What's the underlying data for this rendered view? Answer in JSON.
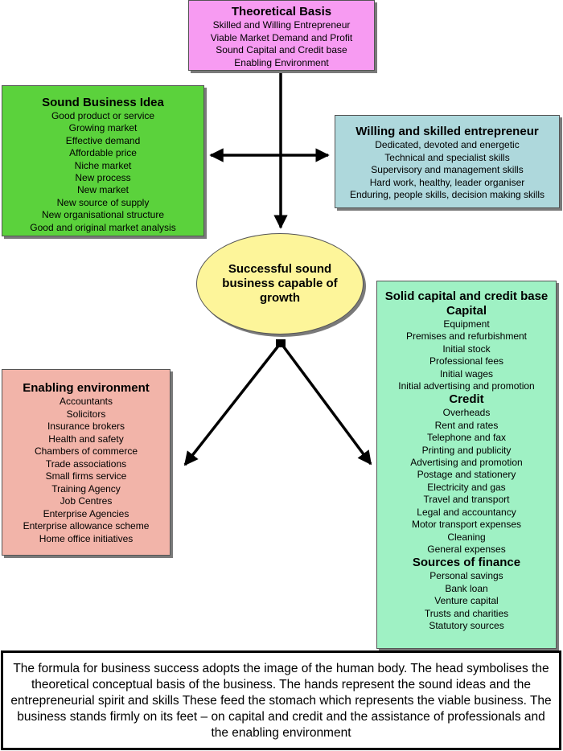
{
  "theoretical_basis": {
    "title": "Theoretical Basis",
    "items": [
      "Skilled and Willing Entrepreneur",
      "Viable Market Demand and Profit",
      "Sound Capital and Credit base",
      "Enabling Environment"
    ]
  },
  "sound_business_idea": {
    "title": "Sound Business Idea",
    "items": [
      "Good product or service",
      "Growing market",
      "Effective demand",
      "Affordable price",
      "Niche market",
      "New process",
      "New market",
      "New source of supply",
      "New organisational structure",
      "Good and original market analysis"
    ]
  },
  "willing_entrepreneur": {
    "title": "Willing and skilled entrepreneur",
    "items": [
      "Dedicated, devoted and energetic",
      "Technical and specialist skills",
      "Supervisory and management skills",
      "Hard work, healthy, leader organiser",
      "Enduring, people skills, decision making skills"
    ]
  },
  "center": {
    "label": "Successful sound business capable of growth"
  },
  "enabling_environment": {
    "title": "Enabling environment",
    "items": [
      "Accountants",
      "Solicitors",
      "Insurance brokers",
      "Health and safety",
      "Chambers of commerce",
      "Trade associations",
      "Small firms service",
      "Training Agency",
      "Job Centres",
      "Enterprise Agencies",
      "Enterprise allowance scheme",
      "Home office initiatives"
    ]
  },
  "capital_credit": {
    "title": "Solid capital and credit base",
    "capital_heading": "Capital",
    "capital_items": [
      "Equipment",
      "Premises and refurbishment",
      "Initial stock",
      "Professional fees",
      "Initial wages",
      "Initial advertising and promotion"
    ],
    "credit_heading": "Credit",
    "credit_items": [
      "Overheads",
      "Rent and rates",
      "Telephone and fax",
      "Printing and publicity",
      "Advertising and promotion",
      "Postage and stationery",
      "Electricity and gas",
      "Travel and transport",
      "Legal and accountancy",
      "Motor transport expenses",
      "Cleaning",
      "General expenses"
    ],
    "finance_heading": "Sources of finance",
    "finance_items": [
      "Personal savings",
      "Bank loan",
      "Venture capital",
      "Trusts and charities",
      "Statutory sources"
    ]
  },
  "caption": {
    "text": "The formula for business success adopts the image of the human body. The head symbolises the theoretical conceptual basis of the business. The hands represent the sound ideas and the entrepreneurial spirit and skills These feed the stomach which represents the viable business. The business stands firmly on its feet – on capital and credit and the assistance of professionals and the enabling environment"
  },
  "colors": {
    "theoretical_basis": "#f79bf2",
    "sound_business_idea": "#5bd23c",
    "willing_entrepreneur": "#aed8dc",
    "center": "#fdf59a",
    "enabling_environment": "#f2b4a9",
    "capital_credit": "#9ff1c4"
  }
}
